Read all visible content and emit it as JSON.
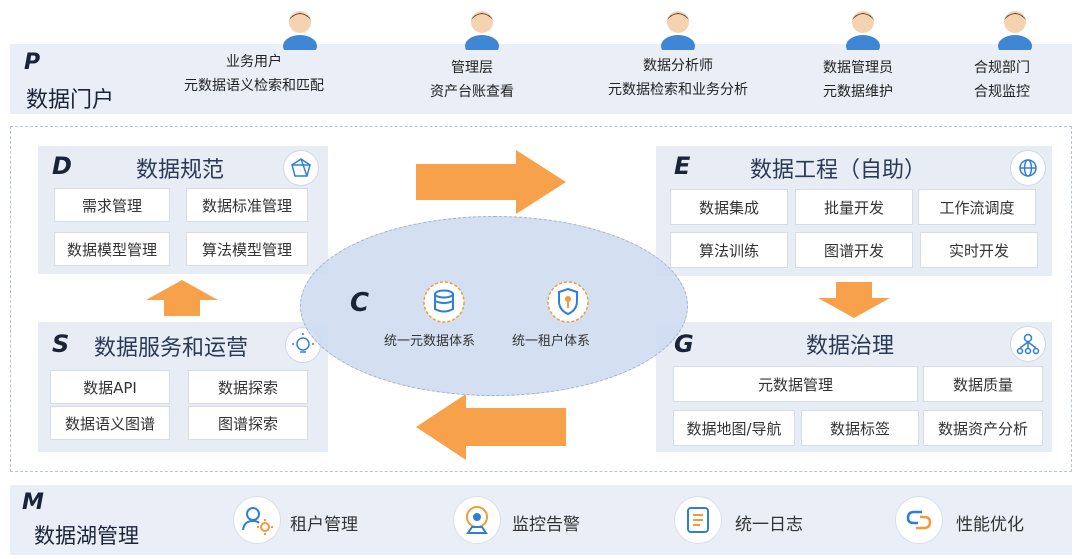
{
  "portal": {
    "letter": "P",
    "title": "数据门户",
    "roles": [
      {
        "role": "业务用户",
        "duty": "元数据语义检索和匹配"
      },
      {
        "role": "管理层",
        "duty": "资产台账查看"
      },
      {
        "role": "数据分析师",
        "duty": "元数据检索和业务分析"
      },
      {
        "role": "数据管理员",
        "duty": "元数据维护"
      },
      {
        "role": "合规部门",
        "duty": "合规监控"
      }
    ]
  },
  "spec": {
    "letter": "D",
    "title": "数据规范",
    "items": [
      "需求管理",
      "数据标准管理",
      "数据模型管理",
      "算法模型管理"
    ]
  },
  "engineering": {
    "letter": "E",
    "title": "数据工程（自助）",
    "items": [
      "数据集成",
      "批量开发",
      "工作流调度",
      "算法训练",
      "图谱开发",
      "实时开发"
    ]
  },
  "service": {
    "letter": "S",
    "title": "数据服务和运营",
    "items": [
      "数据API",
      "数据探索",
      "数据语义图谱",
      "图谱探索"
    ]
  },
  "governance": {
    "letter": "G",
    "title": "数据治理",
    "items": [
      "元数据管理",
      "数据质量",
      "数据地图/导航",
      "数据标签",
      "数据资产分析"
    ]
  },
  "core": {
    "letter": "C",
    "items": [
      {
        "label": "统一元数据体系",
        "icon": "database-icon"
      },
      {
        "label": "统一租户体系",
        "icon": "shield-key-icon"
      }
    ]
  },
  "lake": {
    "letter": "M",
    "title": "数据湖管理",
    "items": [
      {
        "label": "租户管理",
        "icon": "user-gear-icon"
      },
      {
        "label": "监控告警",
        "icon": "camera-icon"
      },
      {
        "label": "统一日志",
        "icon": "log-icon"
      },
      {
        "label": "性能优化",
        "icon": "link-icon"
      }
    ]
  },
  "colors": {
    "arrow": "#f7a24a",
    "band": "#e9eef7",
    "accent": "#f39a3c",
    "blue": "#2f7fd8"
  }
}
